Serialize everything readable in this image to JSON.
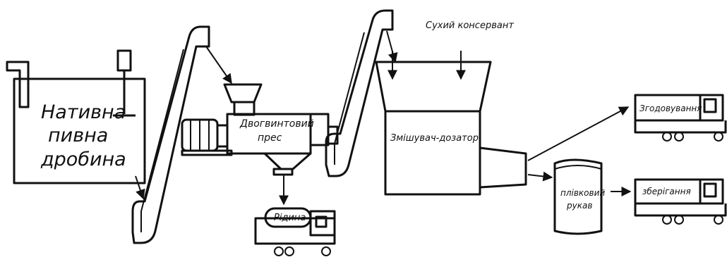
{
  "labels": {
    "raw_material": [
      "Нативна",
      "пивна",
      "дробина"
    ],
    "press": [
      "Двогвинтовий",
      "прес"
    ],
    "liquid": "Рідина",
    "preservative": "Сухий консервант",
    "mixer": "Змішувач-дозатор",
    "film_sleeve": [
      "плівковий",
      "рукав"
    ],
    "feeding": "Згодовування",
    "storage": "зберігання"
  }
}
